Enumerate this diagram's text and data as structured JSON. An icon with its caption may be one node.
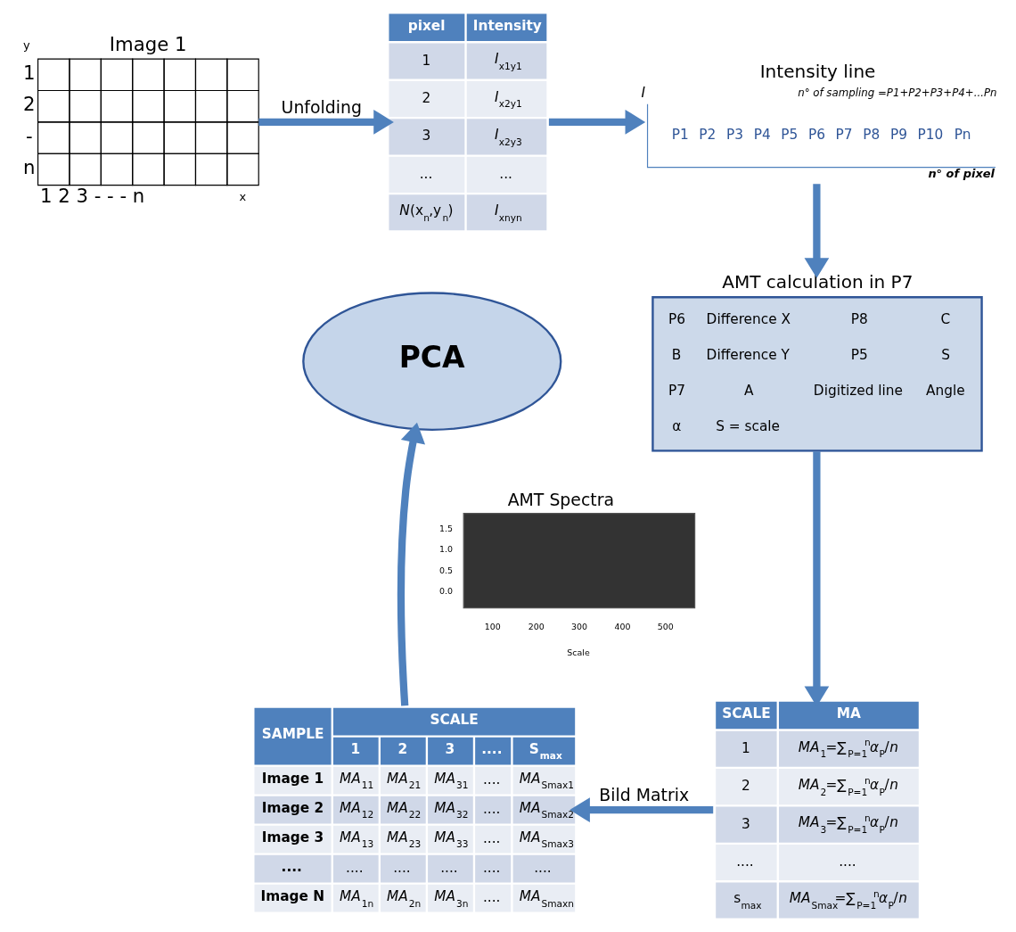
{
  "diagram": {
    "nodes": [
      {
        "text": [
          "Image 1",
          "y",
          "1",
          "2",
          "-",
          "n",
          "1 2 3 - - - n",
          "x"
        ]
      },
      {
        "text": [
          "pixel",
          "Intensity",
          "1",
          "*I*$_{x1y1}$",
          "2",
          "*I*$_{x2y1}$",
          "3",
          "*I*$_{x2y3}$",
          "...",
          "...",
          "*N*(x$_{n}$,y$_{n}$)",
          "*I*$_{xnyn}$"
        ]
      },
      {
        "text": [
          "Intensity line",
          "I",
          "n° of sampling =P1+P2+P3+P4+...Pn",
          "P1",
          "P2",
          "P3",
          "P4",
          "P5",
          "P6",
          "P7",
          "P8",
          "P9",
          "P10",
          "Pn",
          "n° of pixel"
        ]
      },
      {
        "text": [
          "AMT calculation in P7",
          "P6",
          "Difference X",
          "P8",
          "C",
          "B",
          "Difference Y",
          "P5",
          "S",
          "P7",
          "A",
          "Digitized line",
          "Angle",
          "α",
          "S = scale"
        ]
      },
      {
        "text": [
          "SCALE",
          "MA",
          "1",
          "*MA*$_{1}$=∑$_{P=1}$$^{n}$*α*$_{P}$/*n*",
          "2",
          "*MA*$_{2}$=∑$_{P=1}$$^{n}$*α*$_{P}$/*n*",
          "3",
          "*MA*$_{3}$=∑$_{P=1}$$^{n}$*α*$_{P}$/*n*",
          "....",
          "....",
          "s$_{max}$",
          "*MA*$_{Smax}$=∑$_{P=1}$$^{n}$*α*$_{P}$/*n*"
        ]
      },
      {
        "text": [
          "SAMPLE",
          "SCALE",
          "1",
          "2",
          "3",
          "....",
          "S$_{max}$",
          "Image 1",
          "*MA*$_{11}$",
          "*MA*$_{21}$",
          "*MA*$_{31}$",
          "....",
          "*MA*$_{Smax1}$",
          "Image 2",
          "*MA*$_{12}$",
          "*MA*$_{22}$",
          "*MA*$_{32}$",
          "....",
          "*MA*$_{Smax2}$",
          "Image 3",
          "*MA*$_{13}$",
          "*MA*$_{23}$",
          "*MA*$_{33}$",
          "....",
          "*MA*$_{Smax3}$",
          "....",
          "....",
          "....",
          "....",
          "....",
          "....",
          "Image N",
          "*MA*$_{1n}$",
          "*MA*$_{2n}$",
          "*MA*$_{3n}$",
          "....",
          "*MA*$_{Smaxn}$"
        ]
      },
      {
        "text": [
          "PCA"
        ]
      },
      {
        "text": [
          "AMT Spectra",
          "1.5",
          "1.0",
          "0.5",
          "0.0",
          "100",
          "200",
          "300",
          "400",
          "500",
          "Scale"
        ]
      }
    ],
    "edges": [
      {
        "from": 0,
        "to": 1,
        "arrow": "to",
        "label": "Unfolding"
      },
      {
        "from": 1,
        "to": 2,
        "arrow": "to"
      },
      {
        "from": 2,
        "to": 3,
        "arrow": "to"
      },
      {
        "from": 3,
        "to": 4,
        "arrow": "to"
      },
      {
        "from": 4,
        "to": 5,
        "arrow": "to",
        "label": "Bild Matrix"
      },
      {
        "from": 5,
        "to": 6,
        "arrow": "to"
      }
    ]
  }
}
